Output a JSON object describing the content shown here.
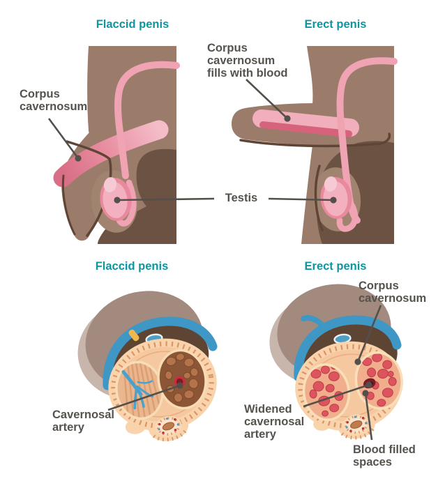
{
  "colors": {
    "accent": "#0e96a0",
    "label_color": "#56524d",
    "line_color": "#53504b",
    "skin_light": "#9b7c6b",
    "skin_dark": "#6b5243",
    "pink_tissue": "#f1aebc",
    "blood_red": "#db545e",
    "vessel_blue": "#3e97c4",
    "cross_section_peach": "#f9d3ac"
  },
  "panels": {
    "top_left_heading": "Flaccid penis",
    "top_right_heading": "Erect penis",
    "bottom_left_heading": "Flaccid penis",
    "bottom_right_heading": "Erect penis"
  },
  "labels": {
    "corpus_cavernosum_flaccid": "Corpus cavernosum",
    "corpus_cavernosum_fills": "Corpus cavernosum fills with blood",
    "testis": "Testis",
    "cavernosal_artery": "Cavernosal artery",
    "corpus_cavernosum_cross": "Corpus cavernosum",
    "widened_cavernosal_artery": "Widened cavernosal artery",
    "blood_filled_spaces": "Blood filled spaces"
  }
}
